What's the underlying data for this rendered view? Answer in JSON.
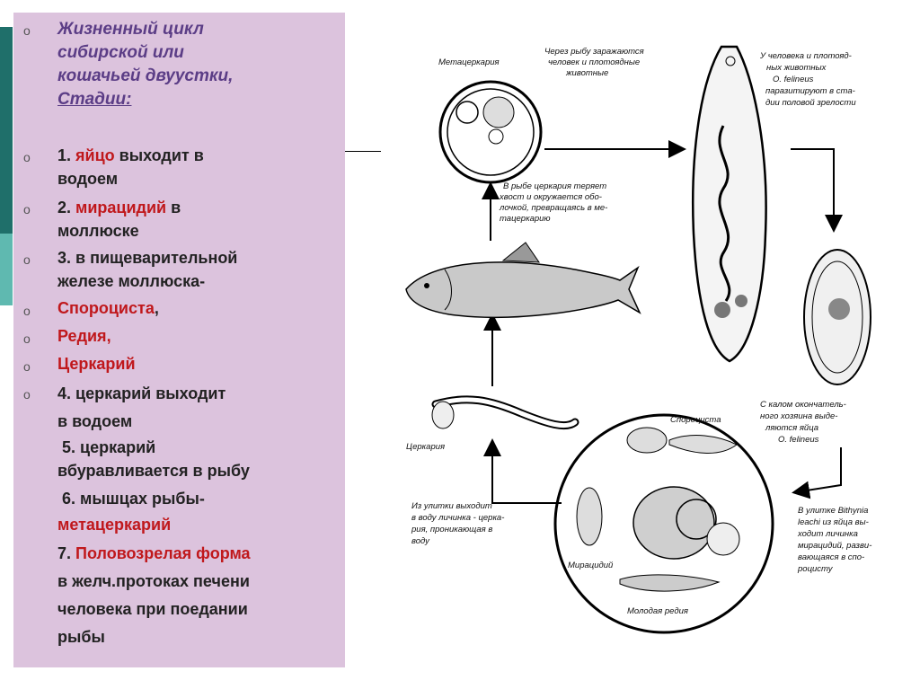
{
  "slide": {
    "title_lines": [
      "Жизненный цикл",
      "сибирской или",
      "кошачьей двуустки,",
      "Стадии:"
    ],
    "items": [
      {
        "prefix": "1. ",
        "highlight": "яйцо",
        "suffix": " выходит в",
        "line2": "водоем"
      },
      {
        "prefix": "2. ",
        "highlight": "мирацидий",
        "suffix": " в",
        "line2": "моллюске"
      },
      {
        "line1": "3. в пищеварительной",
        "line2": "железе моллюска-"
      },
      {
        "highlight": "Спороциста",
        "suffix": ","
      },
      {
        "highlight": "Редия,"
      },
      {
        "highlight": "Церкарий"
      },
      {
        "line1": "4. церкарий выходит",
        "line2": "в водоем"
      },
      {
        "line1": "5. церкарий",
        "line2": "вбуравливается в рыбу"
      },
      {
        "line1": "6. мышцах рыбы-",
        "line2_red": "метацеркарий"
      },
      {
        "prefix": "7. ",
        "highlight": "Половозрелая форма",
        "line2": "в желч.протоках печени",
        "line3": "человека при поедании",
        "line4": "рыбы"
      }
    ]
  },
  "diagram": {
    "metacercaria": "Метацеркария",
    "note_fish_infect": [
      "Через рыбу заражаются",
      "человек и плотоядные",
      "животные"
    ],
    "note_adult": [
      "У человека и плотояд-",
      "ных животных",
      "O. felineus",
      "паразитируют в ста-",
      "дии половой зрелости"
    ],
    "note_cercaria_fish": [
      "В рыбе церкария теряет",
      "хвост и окружается обо-",
      "лочкой, превращаясь в ме-",
      "тацеркарию"
    ],
    "note_eggs": [
      "С калом окончатель-",
      "ного хозяина выде-",
      "ляются яйца",
      "O. felineus"
    ],
    "cercaria": "Церкария",
    "sporocyst": "Спороциста",
    "miracidium": "Мирацидий",
    "young_redia": "Молодая редия",
    "note_snail_exit": [
      "Из улитки выходит",
      "в воду личинка - церка-",
      "рия, проникающая в",
      "воду"
    ],
    "note_bithynia": [
      "В улитке Bithynia",
      "leachi из яйца вы-",
      "ходит личинка",
      "мирацидий, разви-",
      "вающаяся в спо-",
      "роцисту"
    ]
  }
}
